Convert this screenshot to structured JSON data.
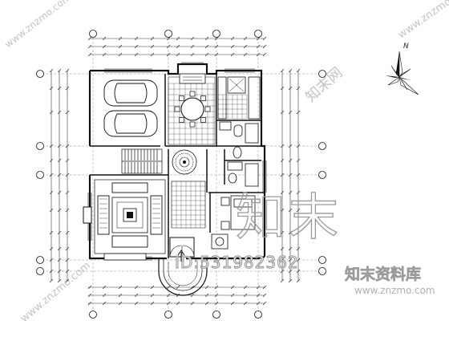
{
  "watermarks": {
    "site_top": "www.znzmo.com",
    "site_left": "www.znzmo.com",
    "site_bottom": "www.znzmo.com",
    "logo_cn": "知末网",
    "big_logo": "知末",
    "id_text": "ID:531982362",
    "brand": "知末资料库",
    "brand_url": "www.znzmo.com"
  },
  "compass": {
    "north_label": "N"
  },
  "colors": {
    "line": "#111111",
    "watermark": "#b8b8b8",
    "grid": "#444444"
  }
}
